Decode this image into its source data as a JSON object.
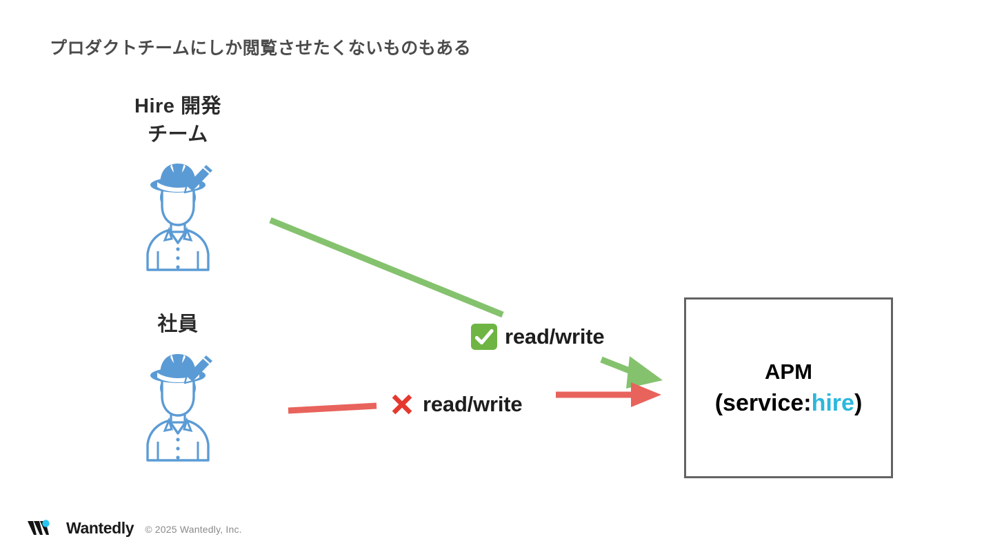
{
  "slide": {
    "title": "プロダクトチームにしか閲覧させたくないものもある"
  },
  "actors": [
    {
      "id": "dev-team",
      "label_line1": "Hire 開発",
      "label_line2": "チーム",
      "icon": "person-with-hat-icon",
      "icon_color": "#5b9bd5"
    },
    {
      "id": "employee",
      "label_line1": "社員",
      "label_line2": "",
      "icon": "person-with-hat-icon",
      "icon_color": "#5b9bd5"
    }
  ],
  "permissions": [
    {
      "id": "allow",
      "icon": "white-check-mark-icon",
      "label": "read/write",
      "color": "#6fb544",
      "from_actor": "dev-team",
      "to_target": "apm"
    },
    {
      "id": "deny",
      "icon": "cross-mark-icon",
      "label": "read/write",
      "color": "#e5534b",
      "from_actor": "employee",
      "to_target": "apm"
    }
  ],
  "target": {
    "id": "apm",
    "title": "APM",
    "service_open_paren": "(",
    "service_key": "service:",
    "service_value": "hire",
    "service_close_paren": ")",
    "border_color": "#636363",
    "accent_color": "#2cb7dc"
  },
  "footer": {
    "logo": "wantedly-logo-icon",
    "brand": "Wantedly",
    "copyright": "© 2025 Wantedly, Inc.",
    "logo_dot_color": "#26c6f0"
  },
  "colors": {
    "title": "#4b4b4b",
    "green": "#85c26e",
    "red": "#e8635c",
    "cyan": "#2cb7dc",
    "person_blue": "#5b9bd5"
  }
}
